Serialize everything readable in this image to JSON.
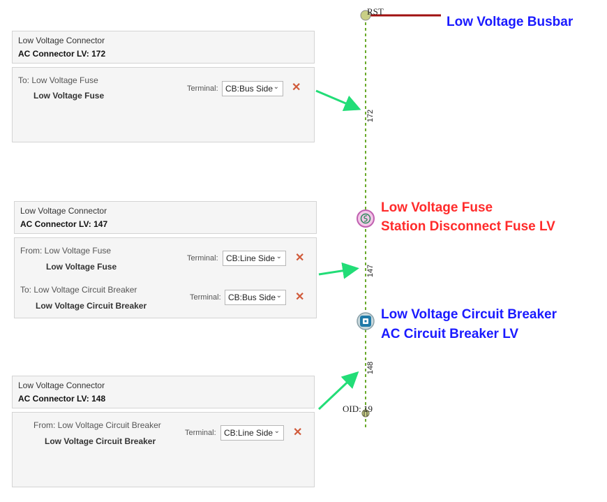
{
  "panels": [
    {
      "header_type": "Low Voltage Connector",
      "header_name": "AC Connector LV: 172",
      "connections": [
        {
          "direction": "To: Low Voltage Fuse",
          "name": "Low Voltage Fuse",
          "terminal_label": "Terminal:",
          "terminal_value": "CB:Bus Side"
        }
      ]
    },
    {
      "header_type": "Low Voltage Connector",
      "header_name": "AC Connector LV: 147",
      "connections": [
        {
          "direction": "From: Low Voltage Fuse",
          "name": "Low Voltage Fuse",
          "terminal_label": "Terminal:",
          "terminal_value": "CB:Line Side"
        },
        {
          "direction": "To: Low Voltage Circuit Breaker",
          "name": "Low Voltage Circuit Breaker",
          "terminal_label": "Terminal:",
          "terminal_value": "CB:Bus Side"
        }
      ]
    },
    {
      "header_type": "Low Voltage Connector",
      "header_name": "AC Connector LV: 148",
      "connections": [
        {
          "direction": "From: Low Voltage Circuit Breaker",
          "name": "Low Voltage Circuit Breaker",
          "terminal_label": "Terminal:",
          "terminal_value": "CB:Line Side"
        }
      ]
    }
  ],
  "diagram": {
    "busbar_label": "Low Voltage Busbar",
    "busbar_node": "RST",
    "fuse_label_1": "Low Voltage Fuse",
    "fuse_label_2": "Station Disconnect Fuse LV",
    "breaker_label_1": "Low Voltage Circuit Breaker",
    "breaker_label_2": "AC Circuit Breaker LV",
    "segment_1": "172",
    "segment_2": "147",
    "segment_3": "148",
    "end_node": "OID: 19",
    "colors": {
      "busbar_line": "#a01010",
      "feeder_line": "#6aaa2a",
      "arrow": "#22dd77",
      "blue_label": "#1a1aff",
      "red_label": "#ff2b2b"
    },
    "icons": [
      "fuse-icon",
      "circuit-breaker-icon",
      "busbar-node-icon",
      "end-node-icon"
    ]
  }
}
